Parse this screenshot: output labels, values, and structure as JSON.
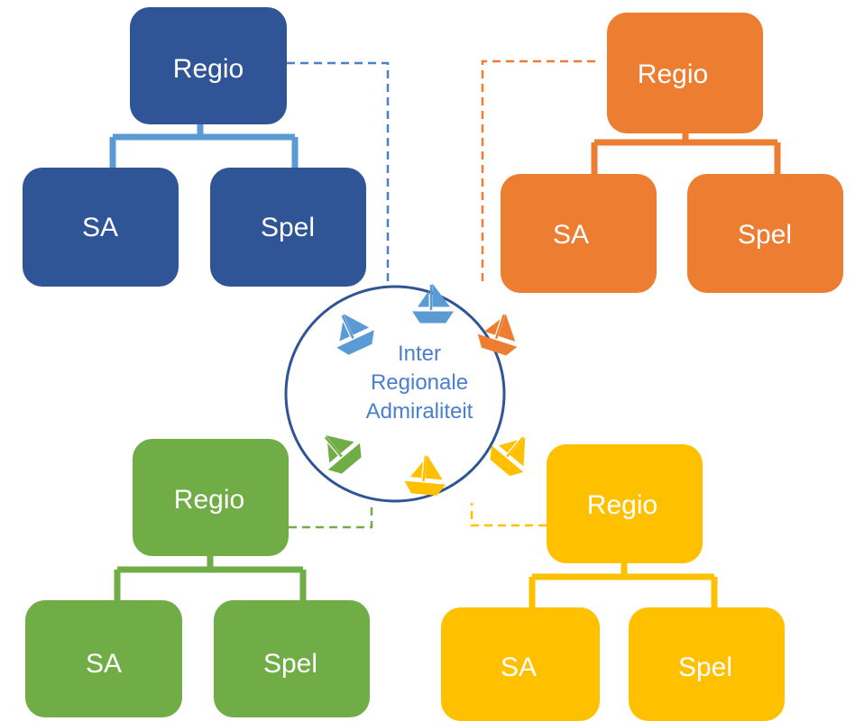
{
  "center": {
    "lines": [
      "Inter",
      "Regionale",
      "Admiraliteit"
    ]
  },
  "regions": [
    {
      "color": "#2f5597",
      "line_color": "#5b9bd5",
      "boxes": {
        "regio": "Regio",
        "sa": "SA",
        "spel": "Spel"
      }
    },
    {
      "color": "#ed7d31",
      "line_color": "#ed7d31",
      "boxes": {
        "regio": "Regio",
        "sa": "SA",
        "spel": "Spel"
      }
    },
    {
      "color": "#70ad47",
      "line_color": "#70ad47",
      "boxes": {
        "regio": "Regio",
        "sa": "SA",
        "spel": "Spel"
      }
    },
    {
      "color": "#ffc000",
      "line_color": "#ffc000",
      "boxes": {
        "regio": "Regio",
        "sa": "SA",
        "spel": "Spel"
      }
    }
  ],
  "boat_icons": [
    {
      "name": "sailboat-icon",
      "color": "#5b9bd5"
    },
    {
      "name": "sailboat-icon",
      "color": "#5b9bd5"
    },
    {
      "name": "sailboat-icon",
      "color": "#ed7d31"
    },
    {
      "name": "sailboat-icon",
      "color": "#ffc000"
    },
    {
      "name": "sailboat-icon",
      "color": "#ffc000"
    },
    {
      "name": "sailboat-icon",
      "color": "#70ad47"
    }
  ]
}
